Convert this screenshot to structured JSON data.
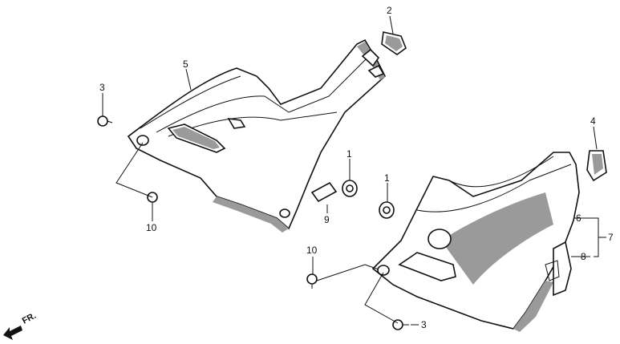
{
  "labels": {
    "p1a": "1",
    "p1b": "1",
    "p2": "2",
    "p3a": "3",
    "p3b": "3",
    "p4": "4",
    "p5": "5",
    "p6": "6",
    "p7": "7",
    "p8": "8",
    "p9": "9",
    "p10a": "10",
    "p10b": "10"
  },
  "direction": {
    "label": "FR."
  }
}
